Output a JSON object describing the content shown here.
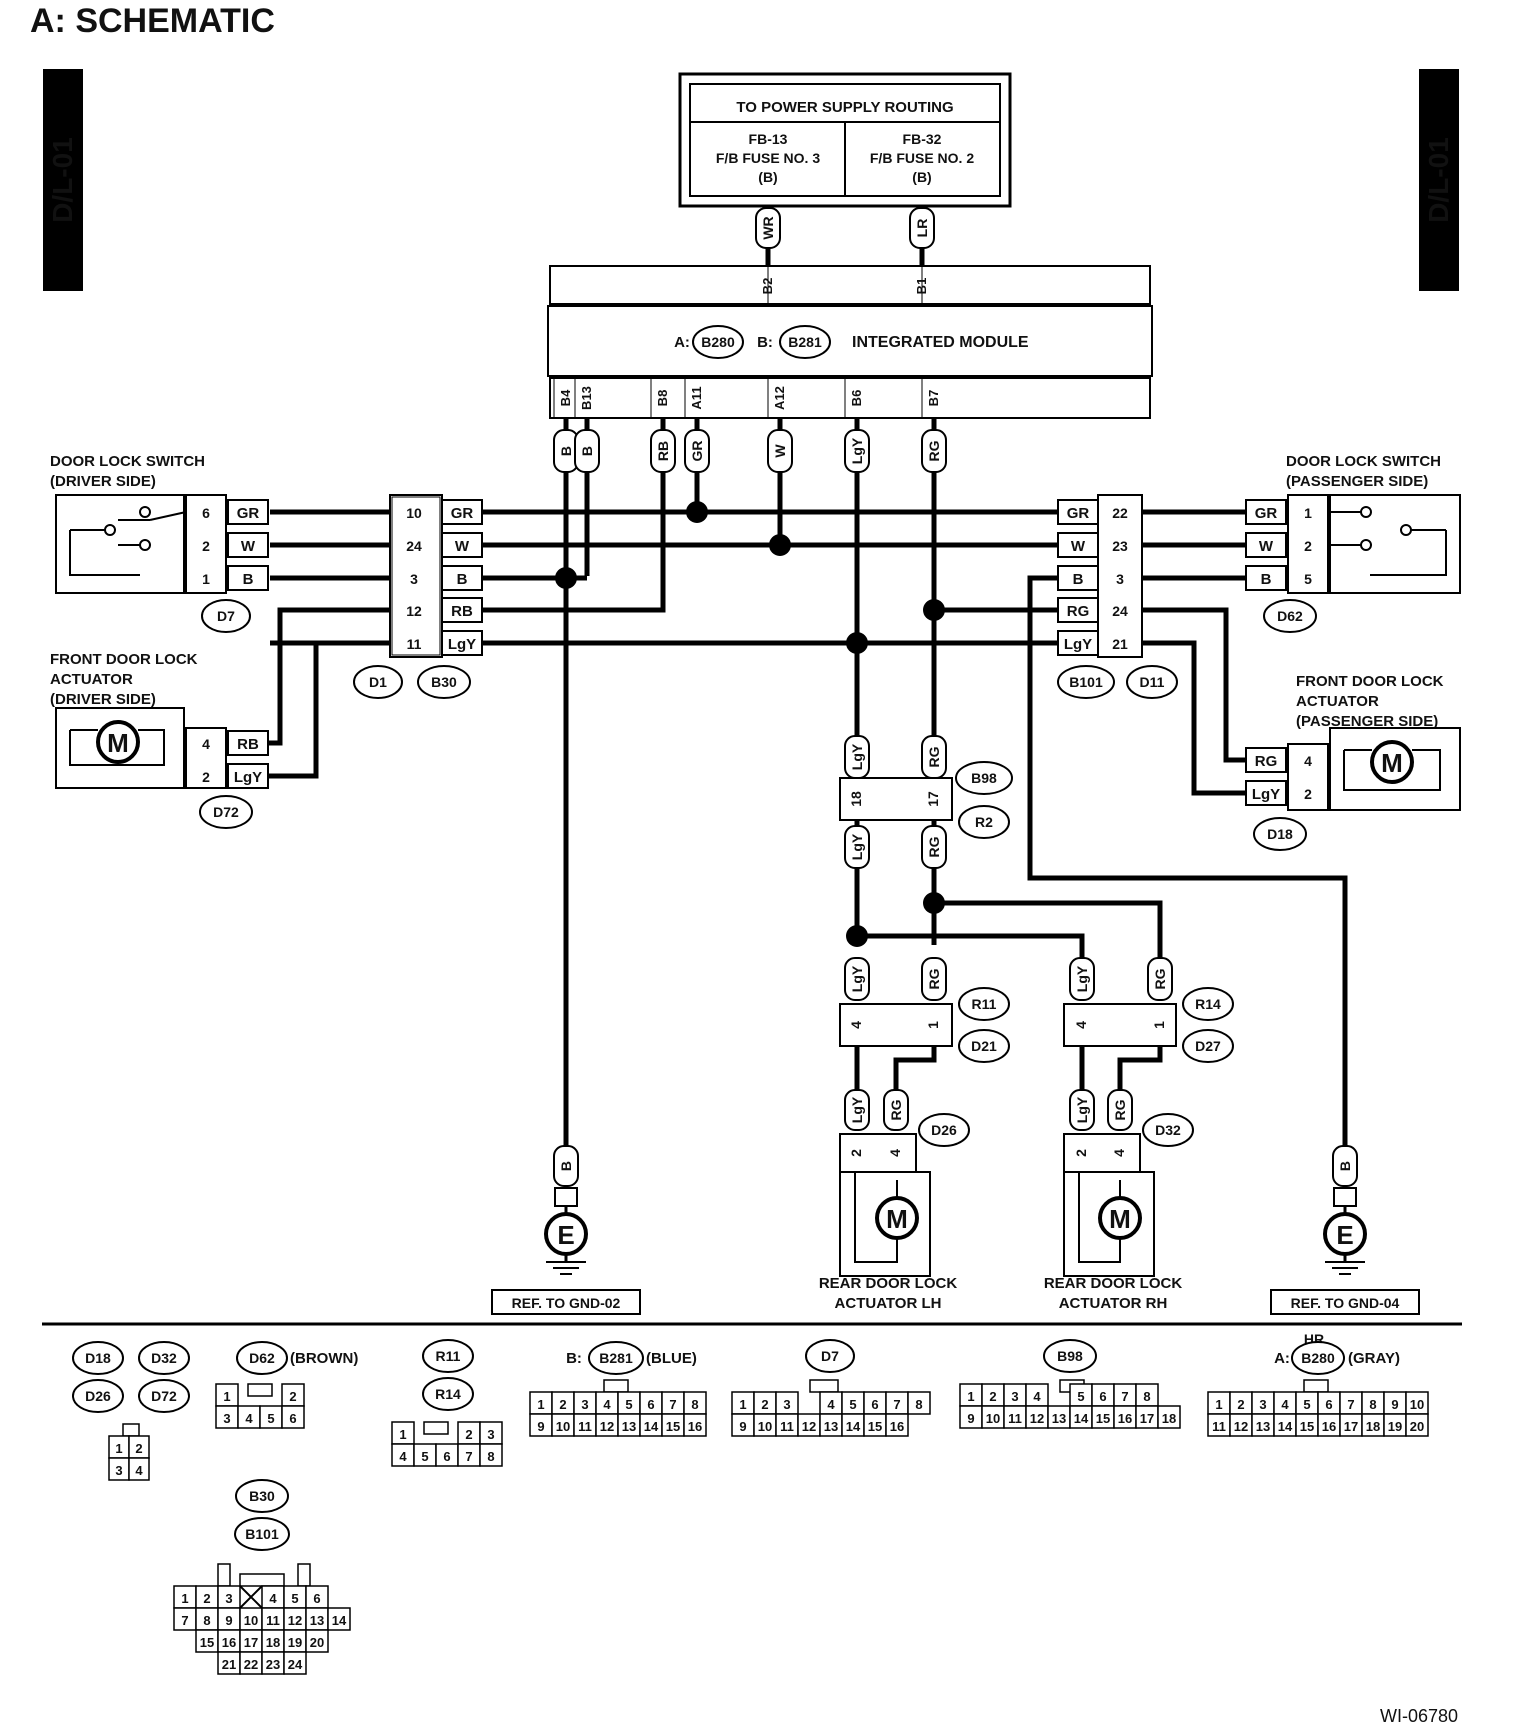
{
  "header": {
    "title": "A:  SCHEMATIC"
  },
  "side_tabs": {
    "left": "D/L-01",
    "right": "D/L-01"
  },
  "power_supply": {
    "title": "TO POWER SUPPLY ROUTING",
    "left": {
      "line1": "FB-13",
      "line2": "F/B FUSE NO. 3",
      "line3": "(B)"
    },
    "right": {
      "line1": "FB-32",
      "line2": "F/B FUSE NO. 2",
      "line3": "(B)"
    },
    "wire_left": "WR",
    "wire_right": "LR",
    "pin_left": "B2",
    "pin_right": "B1"
  },
  "module": {
    "prefix_a": "A:",
    "connector_a": "B280",
    "prefix_b": "B:",
    "connector_b": "B281",
    "label": "INTEGRATED MODULE",
    "bottom_pins": [
      "B4",
      "B13",
      "B8",
      "A11",
      "A12",
      "B6",
      "B7"
    ],
    "bottom_wires": [
      "B",
      "B",
      "RB",
      "GR",
      "W",
      "LgY",
      "RG"
    ]
  },
  "driver_switch": {
    "title_line1": "DOOR LOCK SWITCH",
    "title_line2": "(DRIVER SIDE)",
    "pins": [
      "6",
      "2",
      "1"
    ],
    "wires": [
      "GR",
      "W",
      "B"
    ],
    "connector": "D7"
  },
  "driver_actuator": {
    "title_line1": "FRONT DOOR LOCK",
    "title_line2": "ACTUATOR",
    "title_line3": "(DRIVER SIDE)",
    "motor": "M",
    "pins": [
      "4",
      "2"
    ],
    "wires": [
      "RB",
      "LgY"
    ],
    "connector": "D72"
  },
  "left_joint": {
    "pins": [
      "10",
      "24",
      "3",
      "12",
      "11"
    ],
    "wires": [
      "GR",
      "W",
      "B",
      "RB",
      "LgY"
    ],
    "connectors": [
      "D1",
      "B30"
    ]
  },
  "right_joint": {
    "pins": [
      "22",
      "23",
      "3",
      "24",
      "21"
    ],
    "wires": [
      "GR",
      "W",
      "B",
      "RG",
      "LgY"
    ],
    "connectors": [
      "B101",
      "D11"
    ]
  },
  "passenger_switch": {
    "title_line1": "DOOR LOCK SWITCH",
    "title_line2": "(PASSENGER SIDE)",
    "pins": [
      "1",
      "2",
      "5"
    ],
    "wires": [
      "GR",
      "W",
      "B"
    ],
    "connector": "D62"
  },
  "passenger_actuator": {
    "title_line1": "FRONT DOOR LOCK",
    "title_line2": "ACTUATOR",
    "title_line3": "(PASSENGER SIDE)",
    "motor": "M",
    "pins": [
      "4",
      "2"
    ],
    "wires": [
      "RG",
      "LgY"
    ],
    "connector": "D18"
  },
  "b98_joint": {
    "pins": [
      "18",
      "17"
    ],
    "wires_top": [
      "LgY",
      "RG"
    ],
    "wires_bottom": [
      "LgY",
      "RG"
    ],
    "connectors": [
      "B98",
      "R2"
    ]
  },
  "r11_joint": {
    "pins": [
      "4",
      "1"
    ],
    "wires": [
      "LgY",
      "RG"
    ],
    "connectors": [
      "R11",
      "D21"
    ]
  },
  "r14_joint": {
    "pins": [
      "4",
      "1"
    ],
    "wires": [
      "LgY",
      "RG"
    ],
    "connectors": [
      "R14",
      "D27"
    ]
  },
  "rear_lh": {
    "pins": [
      "2",
      "4"
    ],
    "wires": [
      "LgY",
      "RG"
    ],
    "connector": "D26",
    "motor": "M",
    "label_line1": "REAR DOOR LOCK",
    "label_line2": "ACTUATOR LH"
  },
  "rear_rh": {
    "pins": [
      "2",
      "4"
    ],
    "wires": [
      "LgY",
      "RG"
    ],
    "connector": "D32",
    "motor": "M",
    "label_line1": "REAR DOOR LOCK",
    "label_line2": "ACTUATOR RH"
  },
  "ground_left": {
    "wire": "B",
    "symbol": "E",
    "ref": "REF. TO GND-02"
  },
  "ground_right": {
    "wire": "B",
    "symbol": "E",
    "ref": "REF. TO GND-04"
  },
  "connector_views": {
    "d18_group": {
      "names": [
        "D18",
        "D32",
        "D26",
        "D72"
      ],
      "pins": [
        "1",
        "2",
        "3",
        "4"
      ]
    },
    "d62": {
      "name": "D62",
      "note": "(BROWN)",
      "pins": [
        "1",
        "2",
        "3",
        "4",
        "5",
        "6"
      ]
    },
    "r11_group": {
      "names": [
        "R11",
        "R14"
      ],
      "pins": [
        "1",
        "2",
        "3",
        "4",
        "5",
        "6",
        "7",
        "8"
      ]
    },
    "b281": {
      "prefix": "B:",
      "name": "B281",
      "note": "(BLUE)",
      "pins": [
        "1",
        "2",
        "3",
        "4",
        "5",
        "6",
        "7",
        "8",
        "9",
        "10",
        "11",
        "12",
        "13",
        "14",
        "15",
        "16"
      ]
    },
    "d7": {
      "name": "D7",
      "pins": [
        "1",
        "2",
        "3",
        "4",
        "5",
        "6",
        "7",
        "8",
        "9",
        "10",
        "11",
        "12",
        "13",
        "14",
        "15",
        "16"
      ]
    },
    "b98": {
      "name": "B98",
      "pins": [
        "1",
        "2",
        "3",
        "4",
        "5",
        "6",
        "7",
        "8",
        "9",
        "10",
        "11",
        "12",
        "13",
        "14",
        "15",
        "16",
        "17",
        "18"
      ]
    },
    "b280": {
      "prefix": "A:",
      "name": "B280",
      "note": "(GRAY)",
      "extra": "HR",
      "pins": [
        "1",
        "2",
        "3",
        "4",
        "5",
        "6",
        "7",
        "8",
        "9",
        "10",
        "11",
        "12",
        "13",
        "14",
        "15",
        "16",
        "17",
        "18",
        "19",
        "20"
      ]
    },
    "b30_group": {
      "names": [
        "B30",
        "B101"
      ],
      "pins": [
        "1",
        "2",
        "3",
        "4",
        "5",
        "6",
        "7",
        "8",
        "9",
        "10",
        "11",
        "12",
        "13",
        "14",
        "15",
        "16",
        "17",
        "18",
        "19",
        "20",
        "21",
        "22",
        "23",
        "24"
      ]
    }
  },
  "figure_id": "WI-06780"
}
